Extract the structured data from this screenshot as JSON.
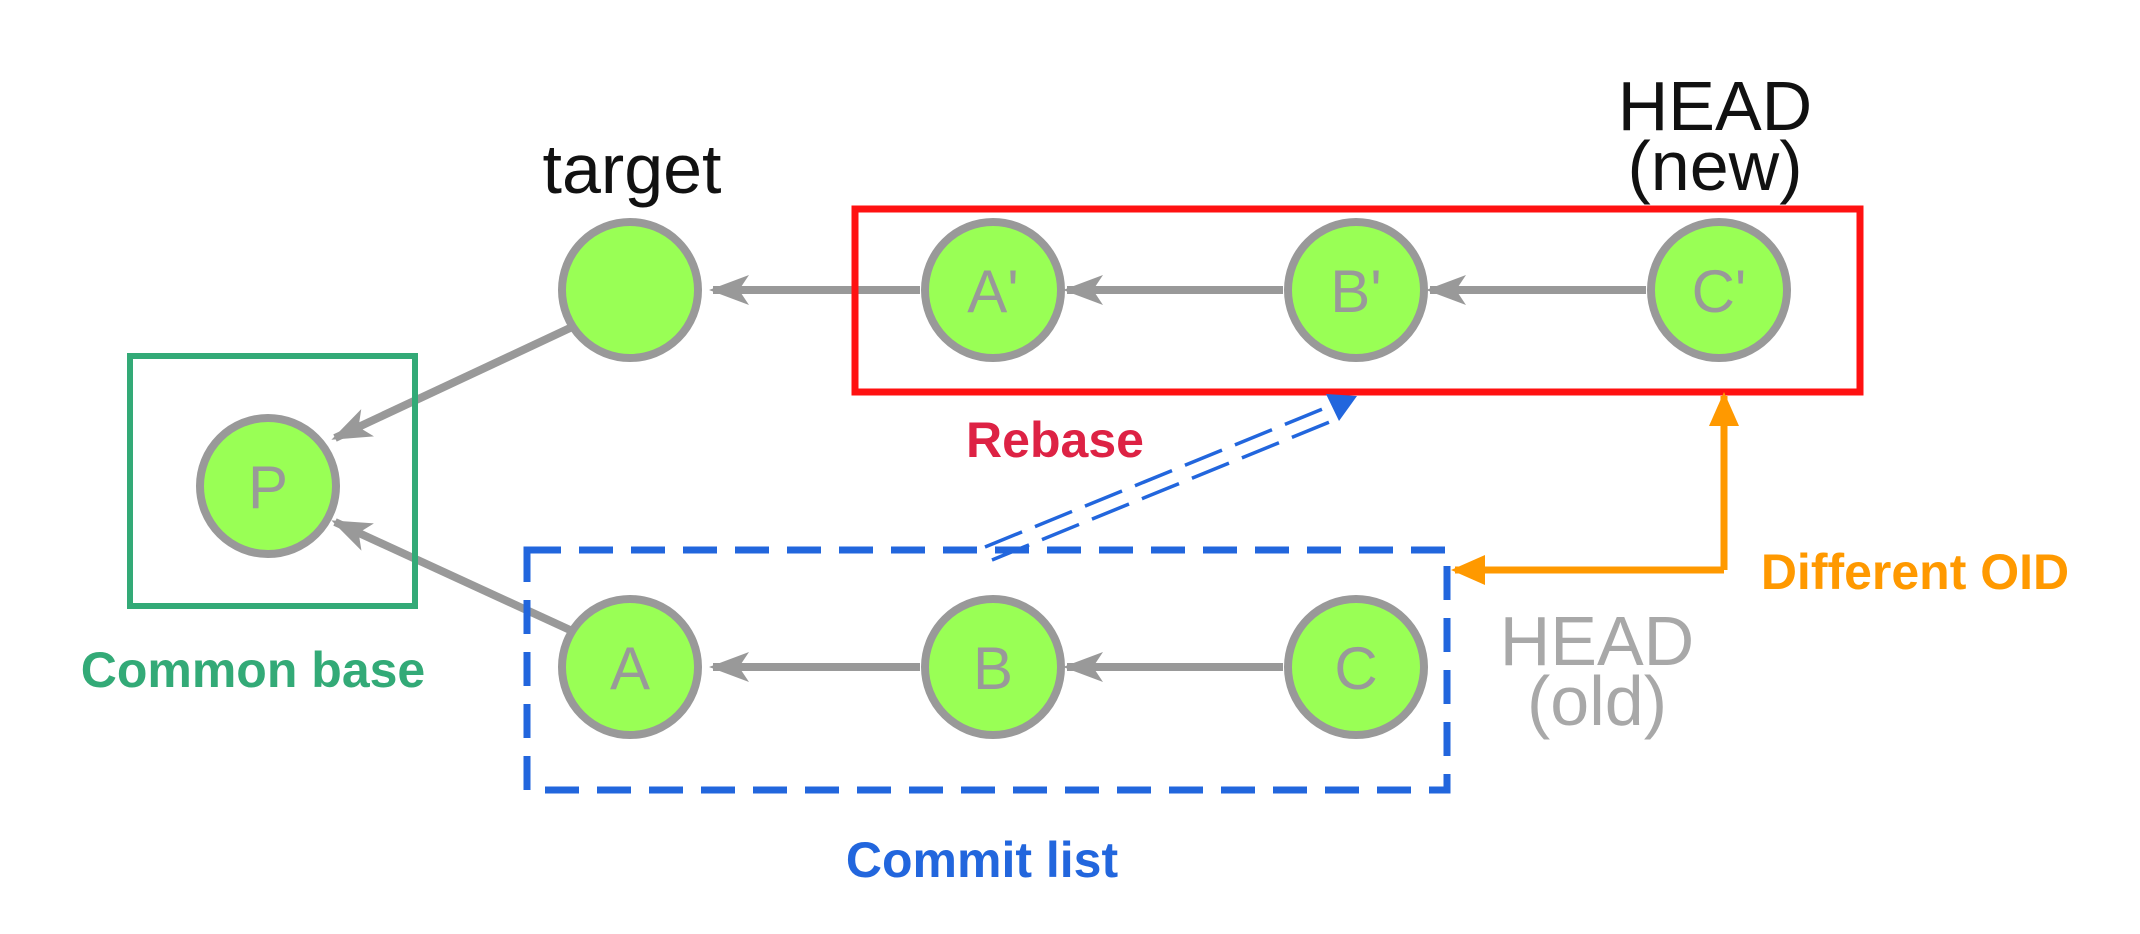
{
  "colors": {
    "node_fill": "#99ff55",
    "node_stroke": "#999999",
    "edge": "#999999",
    "rebase_box": "#ff1111",
    "rebase_text": "#dd2244",
    "commit_list": "#2266dd",
    "common_base": "#33aa77",
    "different_oid": "#ff9900"
  },
  "nodes": {
    "p": "P",
    "target_node": "",
    "a_new": "A'",
    "b_new": "B'",
    "c_new": "C'",
    "a": "A",
    "b": "B",
    "c": "C"
  },
  "labels": {
    "target": "target",
    "head_new_line1": "HEAD",
    "head_new_line2": "(new)",
    "head_old_line1": "HEAD",
    "head_old_line2": "(old)",
    "rebase": "Rebase",
    "different_oid": "Different OID",
    "common_base": "Common base",
    "commit_list": "Commit list"
  }
}
